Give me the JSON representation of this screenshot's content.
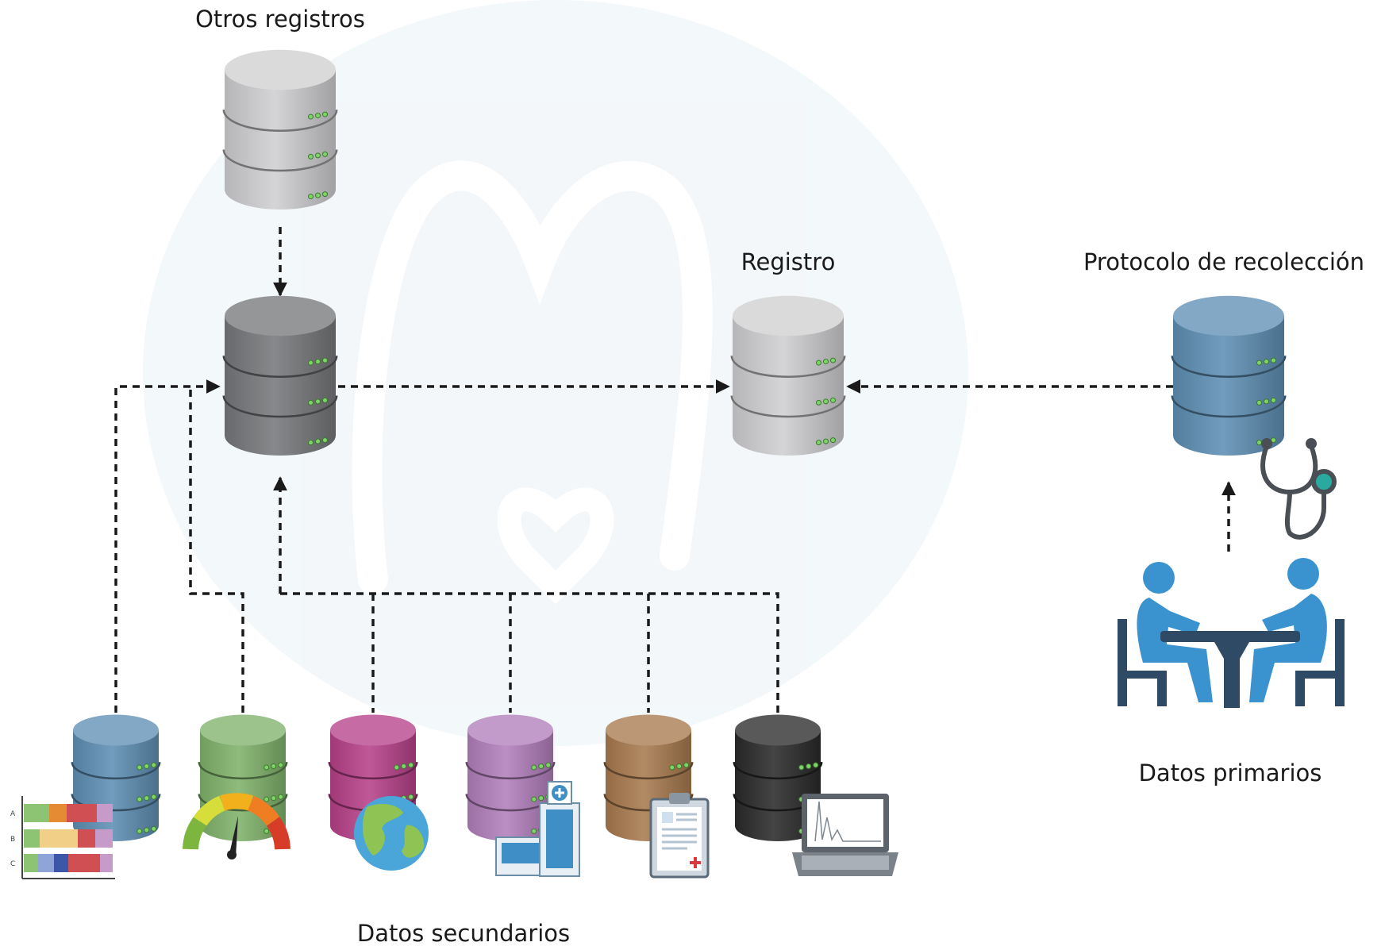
{
  "labels": {
    "otros_registros": "Otros registros",
    "registro": "Registro",
    "protocolo": "Protocolo de recolección",
    "datos_primarios": "Datos primarios",
    "datos_secundarios": "Datos secundarios"
  },
  "bar_chart_icon_rows": [
    "A",
    "B",
    "C"
  ],
  "colors": {
    "gray_light": "#cfcfd1",
    "gray_dark": "#77787b",
    "blue": "#5f8fb4",
    "green": "#80b26b",
    "magenta": "#b7418a",
    "lavender": "#b27fbc",
    "brown": "#a87a4e",
    "black": "#2a2a2a",
    "people": "#3a93cf",
    "furniture": "#2f4a64"
  }
}
